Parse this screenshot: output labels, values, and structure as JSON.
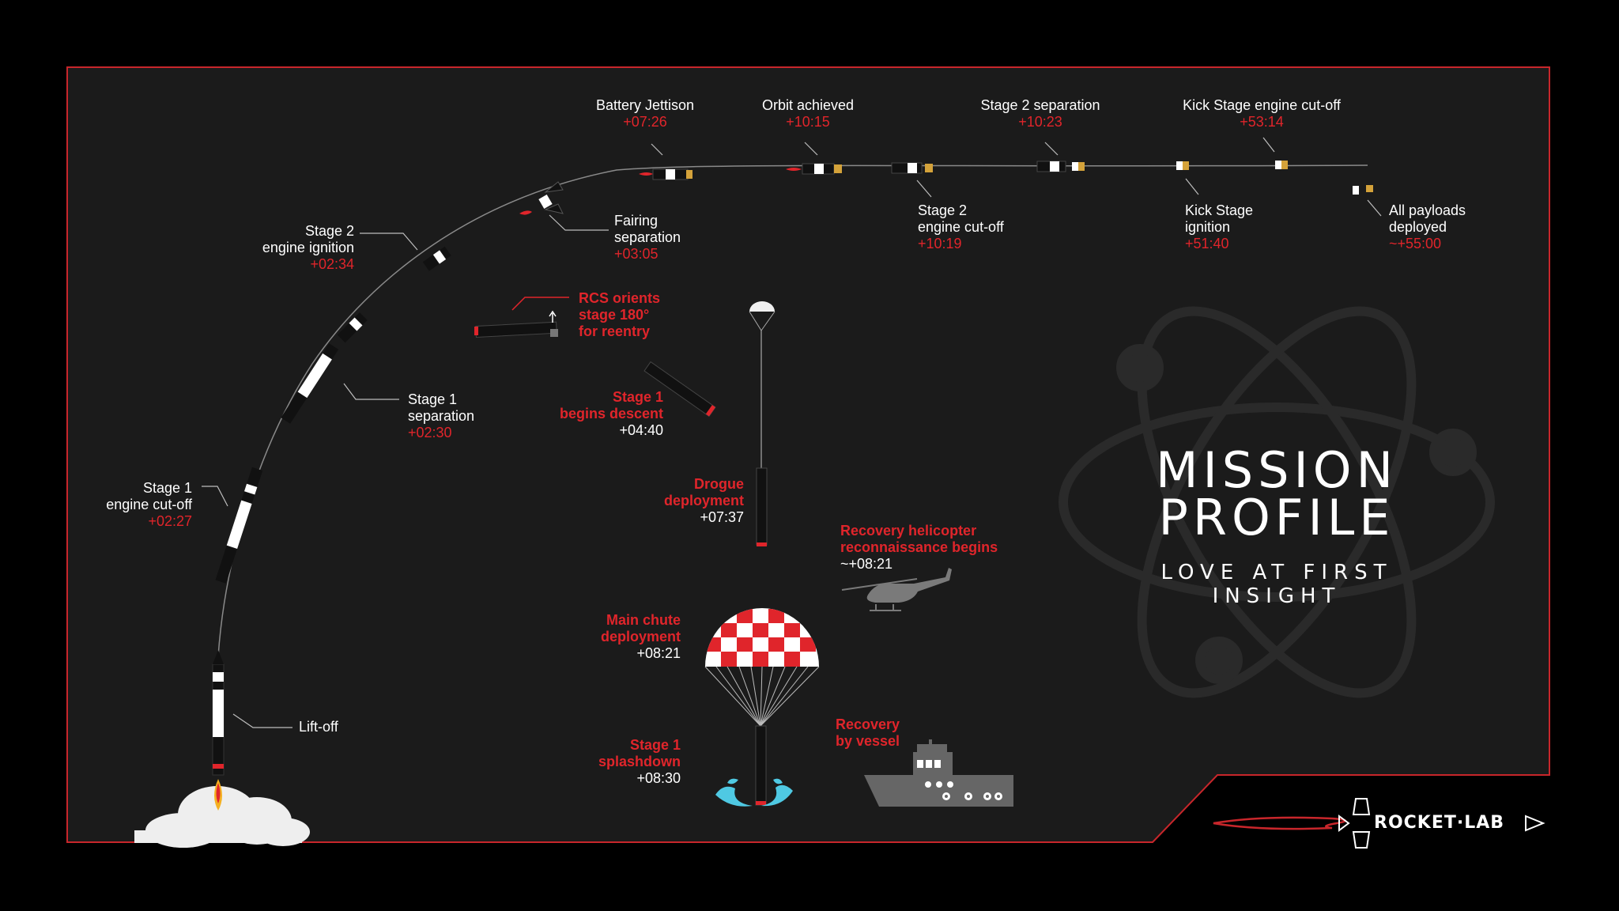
{
  "title": {
    "line1": "MISSION",
    "line2": "PROFILE",
    "subtitle": "LOVE AT FIRST INSIGHT"
  },
  "brand": {
    "logo_text": "ROCKET·LAB"
  },
  "events": {
    "liftoff": {
      "label": "Lift-off"
    },
    "s1_cutoff": {
      "line1": "Stage 1",
      "line2": "engine cut-off",
      "time": "+02:27"
    },
    "s1_sep": {
      "line1": "Stage 1",
      "line2": "separation",
      "time": "+02:30"
    },
    "s2_ignition": {
      "line1": "Stage 2",
      "line2": "engine ignition",
      "time": "+02:34"
    },
    "fairing_sep": {
      "line1": "Fairing",
      "line2": "separation",
      "time": "+03:05"
    },
    "battery_jettison": {
      "line1": "Battery Jettison",
      "time": "+07:26"
    },
    "orbit": {
      "line1": "Orbit achieved",
      "time": "+10:15"
    },
    "s2_cutoff": {
      "line1": "Stage 2",
      "line2": "engine cut-off",
      "time": "+10:19"
    },
    "s2_sep": {
      "line1": "Stage 2 separation",
      "time": "+10:23"
    },
    "kick_ignition": {
      "line1": "Kick Stage",
      "line2": "ignition",
      "time": "+51:40"
    },
    "kick_cutoff": {
      "line1": "Kick Stage engine cut-off",
      "time": "+53:14"
    },
    "payloads": {
      "line1": "All payloads",
      "line2": "deployed",
      "time": "~+55:00"
    }
  },
  "recovery": {
    "rcs": {
      "line1": "RCS orients",
      "line2": "stage 180°",
      "line3": "for reentry"
    },
    "descent": {
      "line1": "Stage 1",
      "line2": "begins descent",
      "time": "+04:40"
    },
    "drogue": {
      "line1": "Drogue",
      "line2": "deployment",
      "time": "+07:37"
    },
    "helicopter": {
      "line1": "Recovery helicopter",
      "line2": "reconnaissance begins",
      "time": "~+08:21"
    },
    "main_chute": {
      "line1": "Main chute",
      "line2": "deployment",
      "time": "+08:21"
    },
    "vessel": {
      "line1": "Recovery",
      "line2": "by vessel"
    },
    "splashdown": {
      "line1": "Stage 1",
      "line2": "splashdown",
      "time": "+08:30"
    }
  },
  "colors": {
    "accent": "#e0252b",
    "background": "#1b1b1b",
    "frame": "#c8262b",
    "gold": "#d4a23a",
    "water": "#4fc9e3"
  },
  "icons": [
    "rocket-icon",
    "smoke-cloud-icon",
    "parachute-icon",
    "helicopter-icon",
    "boat-icon",
    "splash-icon",
    "atom-watermark-icon",
    "rocketlab-logo-icon"
  ]
}
